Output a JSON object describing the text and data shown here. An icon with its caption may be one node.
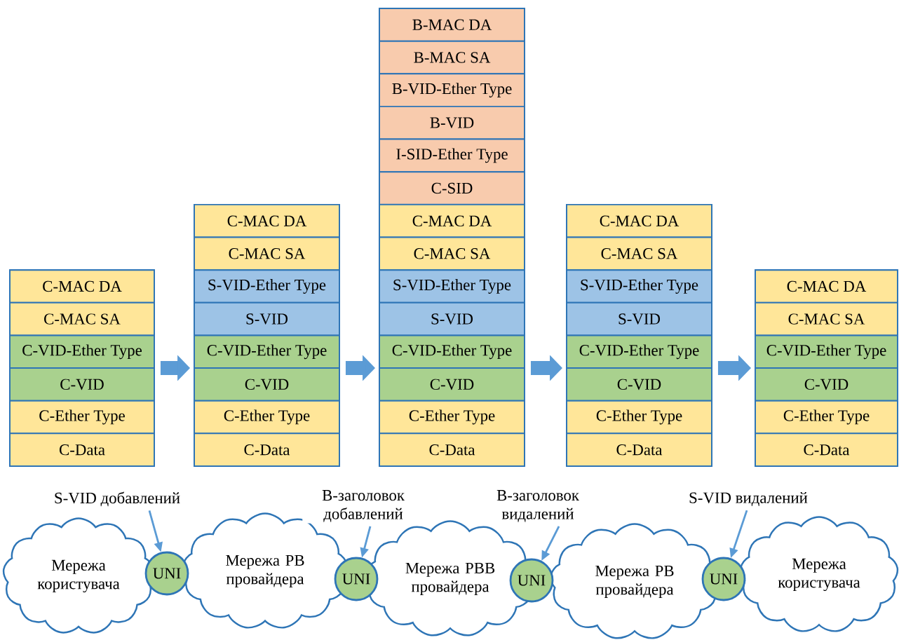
{
  "diagram": {
    "nodes": [
      {
        "text": [],
        "shape": "box"
      },
      {
        "text": [
          "C-MAC DA"
        ],
        "in": 0
      },
      {
        "text": [
          "C-MAC SA"
        ],
        "in": 0
      },
      {
        "text": [
          "C-VID-Ether Type"
        ],
        "in": 0
      },
      {
        "text": [
          "C-VID"
        ],
        "in": 0
      },
      {
        "text": [
          "C-Ether Type"
        ],
        "in": 0
      },
      {
        "text": [
          "C-Data"
        ],
        "in": 0
      },
      {
        "text": [],
        "shape": "box"
      },
      {
        "text": [
          "C-MAC DA"
        ],
        "in": 7
      },
      {
        "text": [
          "C-MAC SA"
        ],
        "in": 7
      },
      {
        "text": [
          "S-VID-Ether Type"
        ],
        "in": 7
      },
      {
        "text": [
          "S-VID"
        ],
        "in": 7
      },
      {
        "text": [
          "C-VID-Ether Type"
        ],
        "in": 7
      },
      {
        "text": [
          "C-VID"
        ],
        "in": 7
      },
      {
        "text": [
          "C-Ether Type"
        ],
        "in": 7
      },
      {
        "text": [
          "C-Data"
        ],
        "in": 7
      },
      {
        "text": [],
        "shape": "box"
      },
      {
        "text": [
          "B-MAC DA"
        ],
        "in": 16
      },
      {
        "text": [
          "B-MAC SA"
        ],
        "in": 16
      },
      {
        "text": [
          "B-VID-Ether Type"
        ],
        "in": 16
      },
      {
        "text": [
          "B-VID"
        ],
        "in": 16
      },
      {
        "text": [
          "I-SID-Ether Type"
        ],
        "in": 16
      },
      {
        "text": [
          "C-SID"
        ],
        "in": 16
      },
      {
        "text": [
          "C-MAC DA"
        ],
        "in": 16
      },
      {
        "text": [
          "C-MAC SA"
        ],
        "in": 16
      },
      {
        "text": [
          "S-VID-Ether Type"
        ],
        "in": 16
      },
      {
        "text": [
          "S-VID"
        ],
        "in": 16
      },
      {
        "text": [
          "C-VID-Ether Type"
        ],
        "in": 16
      },
      {
        "text": [
          "C-VID"
        ],
        "in": 16
      },
      {
        "text": [
          "C-Ether Type"
        ],
        "in": 16
      },
      {
        "text": [
          "C-Data"
        ],
        "in": 16
      },
      {
        "text": [],
        "shape": "box"
      },
      {
        "text": [
          "C-MAC DA"
        ],
        "in": 31
      },
      {
        "text": [
          "C-MAC SA"
        ],
        "in": 31
      },
      {
        "text": [
          "S-VID-Ether Type"
        ],
        "in": 31
      },
      {
        "text": [
          "S-VID"
        ],
        "in": 31
      },
      {
        "text": [
          "C-VID-Ether Type"
        ],
        "in": 31
      },
      {
        "text": [
          "C-VID"
        ],
        "in": 31
      },
      {
        "text": [
          "C-Ether Type"
        ],
        "in": 31
      },
      {
        "text": [
          "C-Data"
        ],
        "in": 31
      },
      {
        "text": [],
        "shape": "box"
      },
      {
        "text": [
          "C-MAC DA"
        ],
        "in": 40
      },
      {
        "text": [
          "C-MAC SA"
        ],
        "in": 40
      },
      {
        "text": [
          "C-VID-Ether Type"
        ],
        "in": 40
      },
      {
        "text": [
          "C-VID"
        ],
        "in": 40
      },
      {
        "text": [
          "C-Ether Type"
        ],
        "in": 40
      },
      {
        "text": [
          "C-Data"
        ],
        "in": 40
      },
      {
        "text": [
          "S-VID добавлений"
        ]
      },
      {
        "text": [
          "B-заголовок добавлений"
        ]
      },
      {
        "text": [
          "B-заголовок видалений"
        ]
      },
      {
        "text": [
          "S-VID видалений"
        ]
      },
      {
        "text": [
          "Мережа користувача"
        ]
      },
      {
        "text": [
          "UNI"
        ]
      },
      {
        "text": [
          "Мережа PB провайдера"
        ]
      },
      {
        "text": [
          "UNI"
        ]
      },
      {
        "text": [
          "Мережа PBB провайдера"
        ]
      },
      {
        "text": [
          "UNI"
        ]
      },
      {
        "text": [
          "Мережа PB провайдера"
        ]
      },
      {
        "text": [
          "UNI"
        ]
      },
      {
        "text": [
          "Мережа користувача"
        ]
      }
    ],
    "edges": [
      {
        "from": 0,
        "to": 7,
        "arrow": "to",
        "style": "thick"
      },
      {
        "from": 7,
        "to": 16,
        "arrow": "to",
        "style": "thick"
      },
      {
        "from": 16,
        "to": 31,
        "arrow": "to",
        "style": "thick"
      },
      {
        "from": 31,
        "to": 40,
        "arrow": "to",
        "style": "thick"
      },
      {
        "from": 47,
        "to": 52,
        "arrow": "to"
      },
      {
        "from": 48,
        "to": 54,
        "arrow": "to"
      },
      {
        "from": 49,
        "to": 56,
        "arrow": "to"
      },
      {
        "from": 50,
        "to": 58,
        "arrow": "to"
      }
    ]
  }
}
